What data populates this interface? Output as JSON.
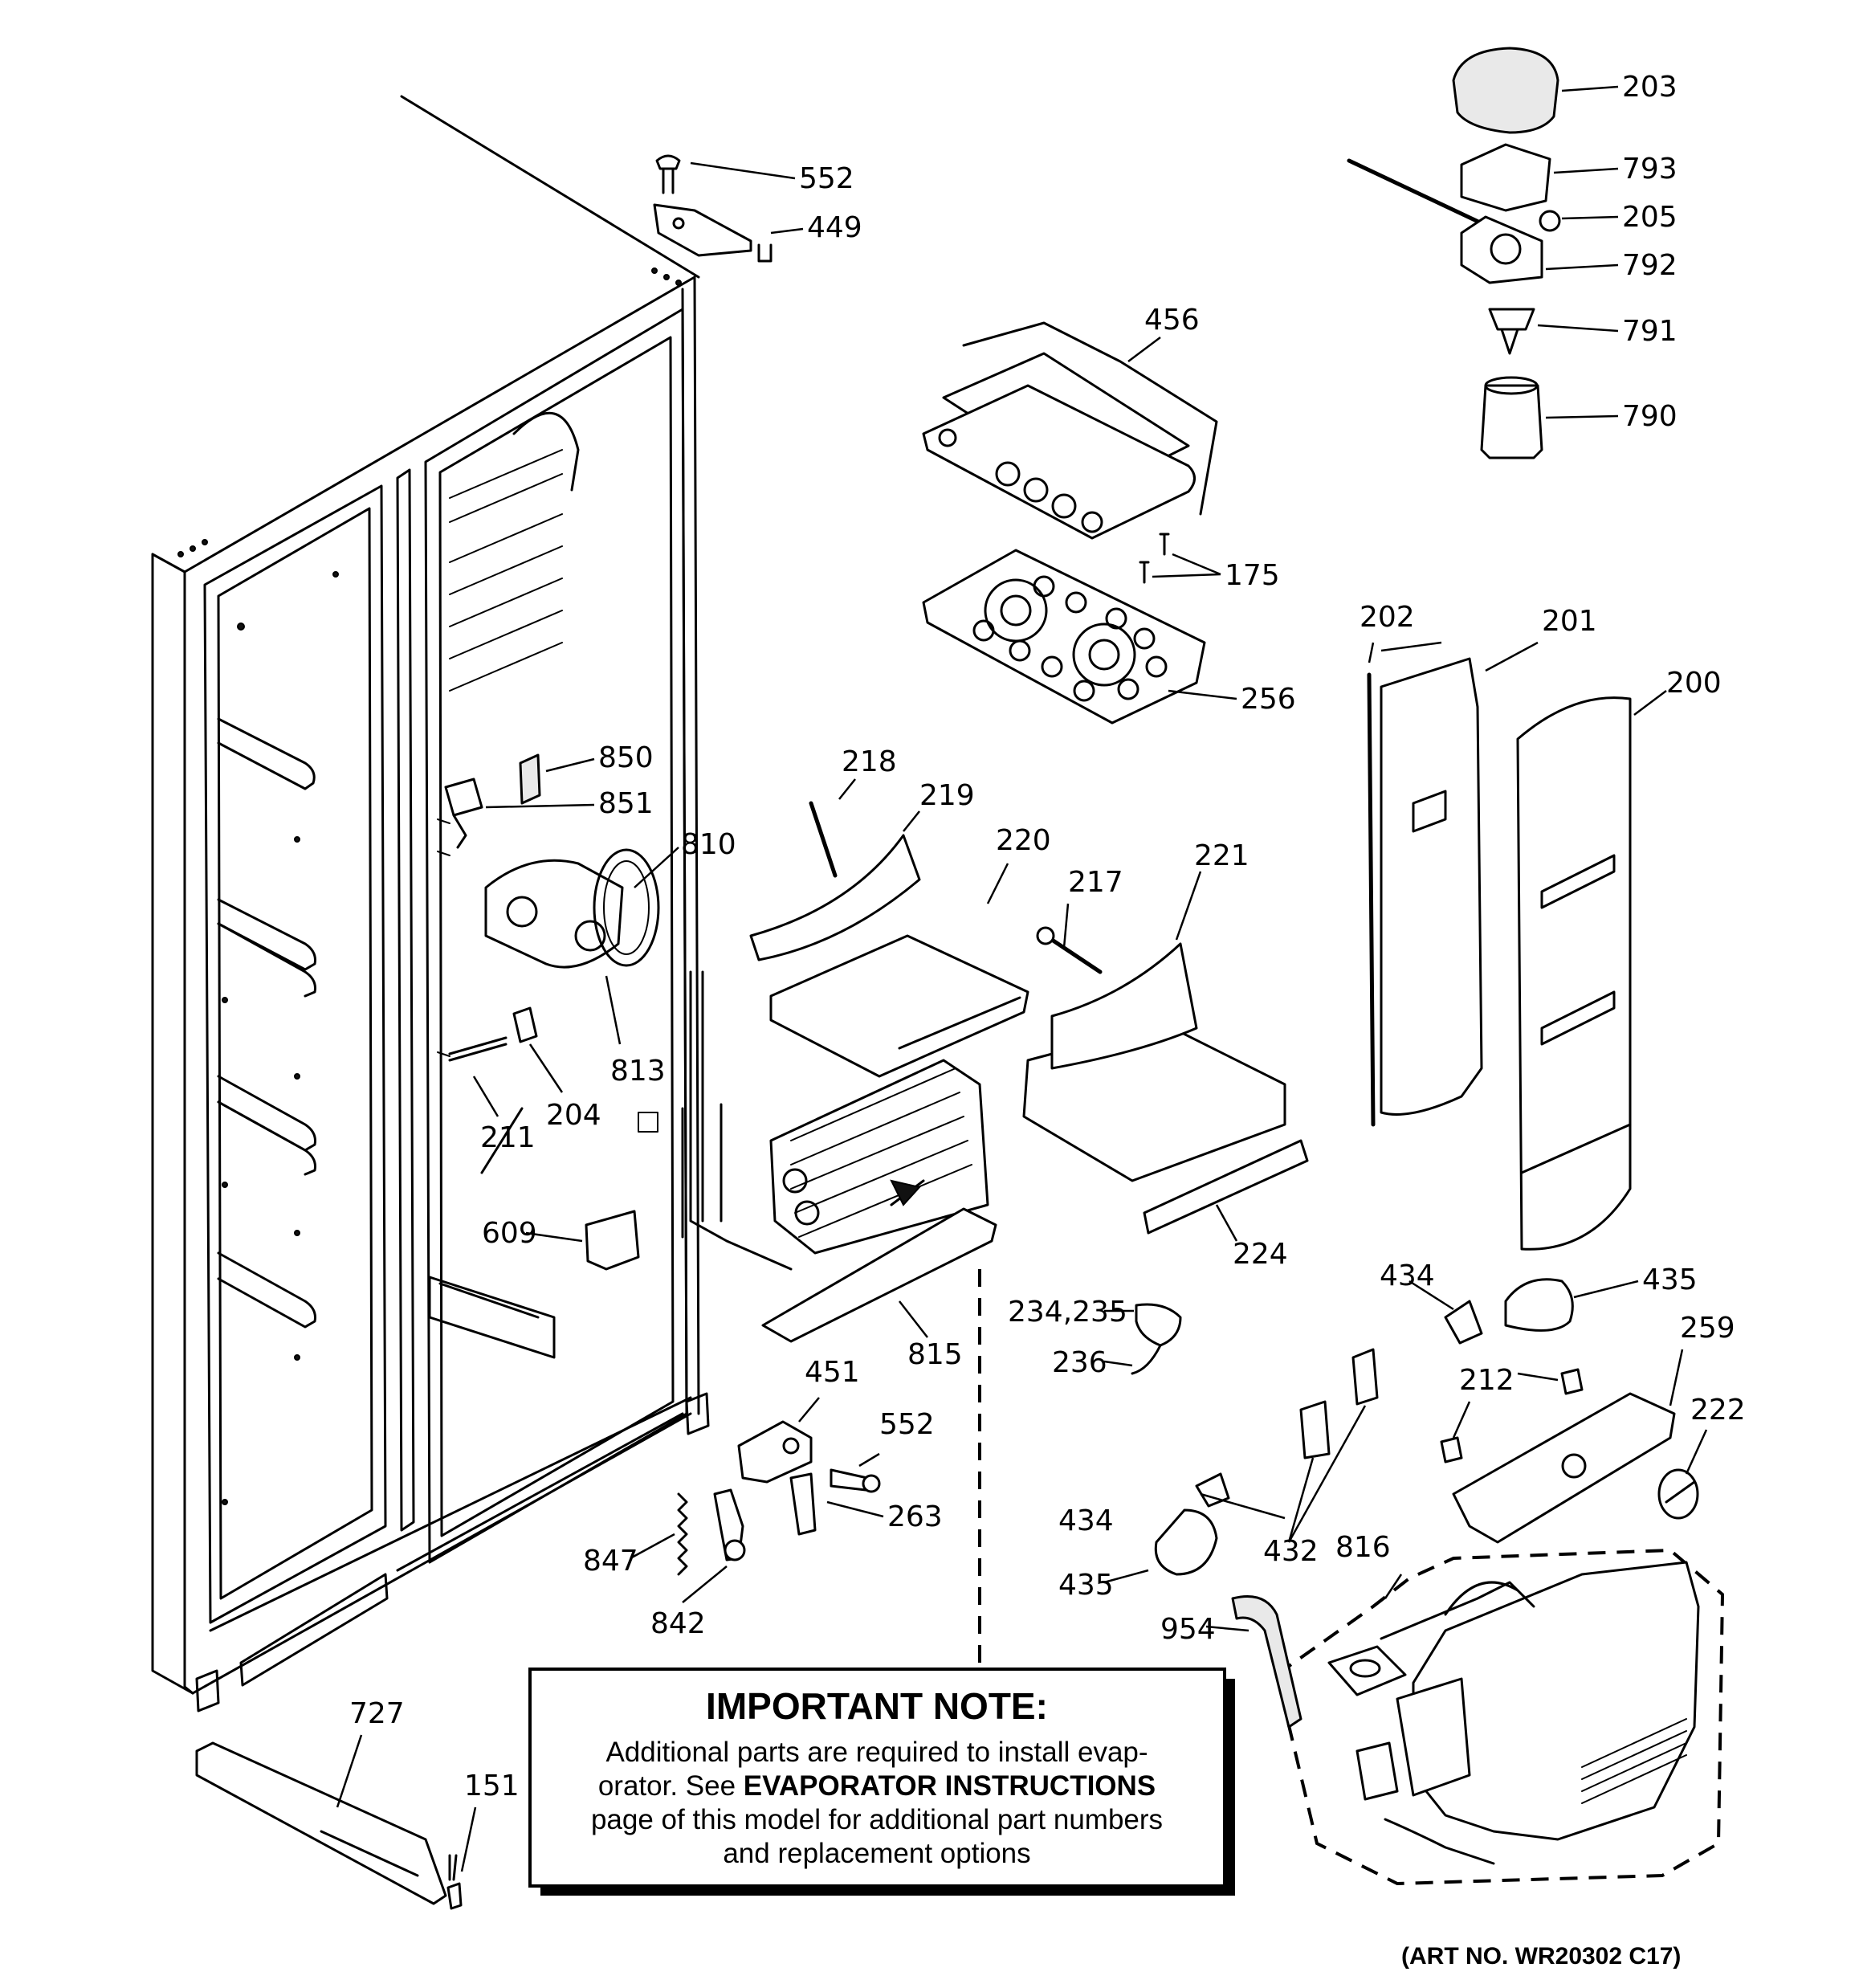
{
  "parts": {
    "p203": "203",
    "p793": "793",
    "p205": "205",
    "p792": "792",
    "p791": "791",
    "p790": "790",
    "p552a": "552",
    "p449": "449",
    "p456": "456",
    "p175": "175",
    "p256": "256",
    "p202": "202",
    "p201": "201",
    "p200": "200",
    "p850": "850",
    "p851": "851",
    "p810": "810",
    "p813": "813",
    "p204": "204",
    "p211": "211",
    "p609": "609",
    "p218": "218",
    "p219": "219",
    "p220": "220",
    "p217": "217",
    "p221": "221",
    "p224": "224",
    "p815": "815",
    "p434a": "434",
    "p435a": "435",
    "p259": "259",
    "p212": "212",
    "p222": "222",
    "p234": "234,235",
    "p236": "236",
    "p451": "451",
    "p552b": "552",
    "p263": "263",
    "p847": "847",
    "p842": "842",
    "p434b": "434",
    "p435b": "435",
    "p432": "432",
    "p816": "816",
    "p954": "954",
    "p727": "727",
    "p151": "151"
  },
  "note": {
    "title": "IMPORTANT NOTE:",
    "line1": "Additional parts are required to install evap-",
    "line2_pre": "orator.  See ",
    "line2_bold": "EVAPORATOR INSTRUCTIONS",
    "line3": "page of this model for additional part numbers",
    "line4": "and replacement options"
  },
  "art_number": "(ART NO. WR20302 C17)"
}
